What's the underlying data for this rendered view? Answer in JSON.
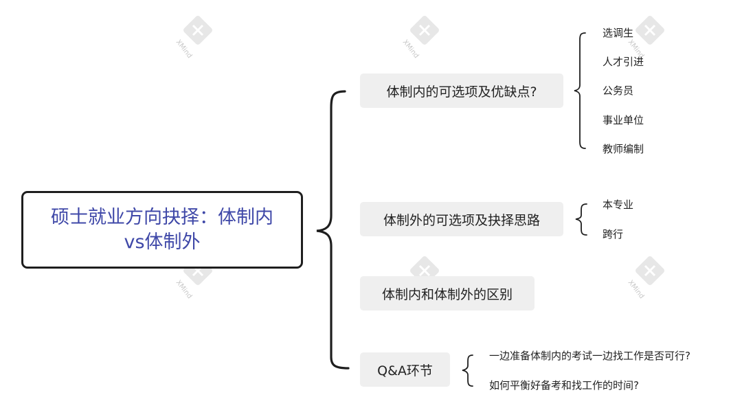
{
  "root": {
    "line1": "硕士就业方向抉择：体制内",
    "line2": "vs体制外"
  },
  "branches": [
    {
      "label": "体制内的可选项及优缺点?",
      "children": [
        "选调生",
        "人才引进",
        "公务员",
        "事业单位",
        "教师编制"
      ]
    },
    {
      "label": "体制外的可选项及抉择思路",
      "children": [
        "本专业",
        "跨行"
      ]
    },
    {
      "label": "体制内和体制外的区别",
      "children": []
    },
    {
      "label": "Q&A环节",
      "children": [
        "一边准备体制内的考试一边找工作是否可行?",
        "如何平衡好备考和找工作的时间?"
      ]
    }
  ],
  "watermark": {
    "text": "XMind"
  },
  "colors": {
    "root_text": "#3f48a8",
    "root_border": "#1e1e1e",
    "branch_bg": "#efefef",
    "line": "#1e1e1e"
  }
}
